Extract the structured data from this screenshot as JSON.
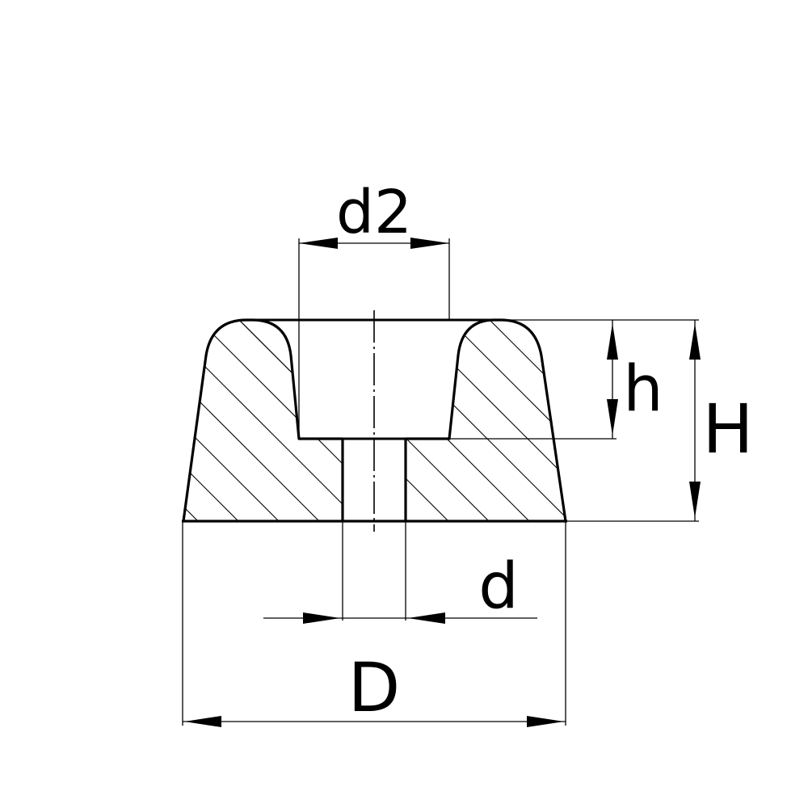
{
  "drawing": {
    "type": "technical-section-drawing",
    "subject": "rubber buffer / conical bumper with counterbored hole",
    "colors": {
      "background": "#ffffff",
      "line": "#000000"
    },
    "dimensions": {
      "d2": {
        "label": "d2",
        "description": "counterbore diameter"
      },
      "h": {
        "label": "h",
        "description": "counterbore depth"
      },
      "H": {
        "label": "H",
        "description": "overall height"
      },
      "d": {
        "label": "d",
        "description": "through-hole diameter"
      },
      "D": {
        "label": "D",
        "description": "base outer diameter"
      }
    }
  }
}
